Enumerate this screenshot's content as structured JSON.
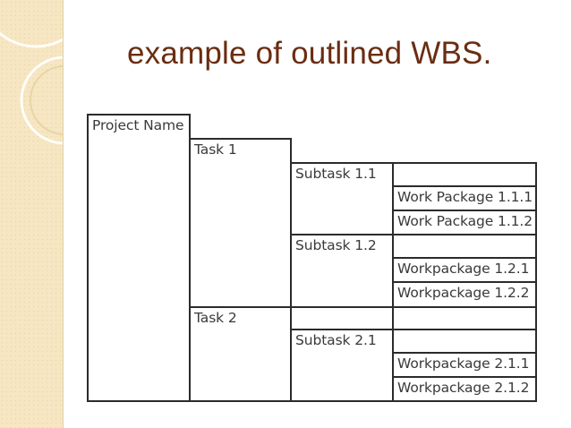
{
  "slide": {
    "title": "example of outlined WBS."
  },
  "wbs": {
    "project": "Project Name",
    "task1": "Task 1",
    "subtask_1_1": "Subtask 1.1",
    "wp_1_1_1": "Work Package 1.1.1",
    "wp_1_1_2": "Work Package 1.1.2",
    "subtask_1_2": "Subtask 1.2",
    "wp_1_2_1": "Workpackage 1.2.1",
    "wp_1_2_2": "Workpackage 1.2.2",
    "task2": "Task 2",
    "subtask_2_1": "Subtask 2.1",
    "wp_2_1_1": "Workpackage 2.1.1",
    "wp_2_1_2": "Workpackage 2.1.2"
  },
  "colors": {
    "title": "#6a2d12",
    "border": "#2b2b2b",
    "strip": "#f6e6c2"
  }
}
